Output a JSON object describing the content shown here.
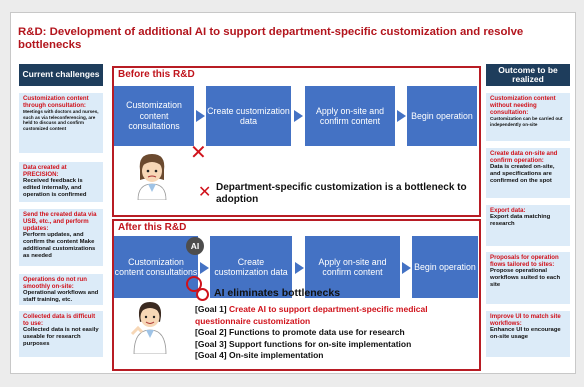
{
  "title": "R&D: Development of additional AI to support department-specific customization and resolve bottlenecks",
  "left_column": {
    "header": "Current challenges",
    "items": [
      {
        "title": "Customization content through consultation:",
        "body": "Meetings with doctors and nurses, such as via teleconferencing, are held to discuss and confirm customized content"
      },
      {
        "title": "Data created at PRECISION:",
        "body": "Received feedback is edited internally, and operation is confirmed"
      },
      {
        "title": "Send the created data via USB, etc., and perform updates:",
        "body": "Perform updates, and confirm the content Make additional customizations as needed"
      },
      {
        "title": "Operations do not run smoothly on-site:",
        "body": "Operational workflows and staff training, etc."
      },
      {
        "title": "Collected data is difficult to use:",
        "body": "Collected data is not easily useable for research purposes"
      }
    ]
  },
  "right_column": {
    "header": "Outcome to be realized",
    "items": [
      {
        "title": "Customization content without needing consultation:",
        "body": "Customization can be carried out independently on-site"
      },
      {
        "title": "Create data on-site and confirm operation:",
        "body": "Data is created on-site, and specifications are confirmed on the spot"
      },
      {
        "title": "Export data:",
        "body": "Export data matching research"
      },
      {
        "title": "Proposals for operation flows tailored to sites:",
        "body": "Propose operational workflows suited to each site"
      },
      {
        "title": "Improve UI to match site workflows:",
        "body": "Enhance UI to encourage on-site usage"
      }
    ]
  },
  "before": {
    "title": "Before this R&D",
    "steps": [
      "Customization content consultations",
      "Create customization data",
      "Apply on-site and confirm content",
      "Begin operation"
    ],
    "bottleneck_text": "Department-specific customization is a bottleneck to adoption"
  },
  "after": {
    "title": "After this R&D",
    "ai_badge": "AI",
    "steps": [
      "Customization content consultations",
      "Create customization data",
      "Apply on-site and confirm content",
      "Begin operation"
    ],
    "eliminates_text": "AI eliminates bottlenecks",
    "goals": [
      {
        "label": "[Goal 1]",
        "text": "Create AI to support department-specific medical questionnaire customization"
      },
      {
        "label": "[Goal 2]",
        "text": "Functions to promote data use for research"
      },
      {
        "label": "[Goal 3]",
        "text": "Support functions for on-site implementation"
      },
      {
        "label": "[Goal 4]",
        "text": "On-site implementation"
      }
    ]
  },
  "colors": {
    "accent_red": "#d0121b",
    "step_blue": "#4472c4",
    "header_navy": "#1e3d5c",
    "side_bg": "#dcebf8"
  }
}
